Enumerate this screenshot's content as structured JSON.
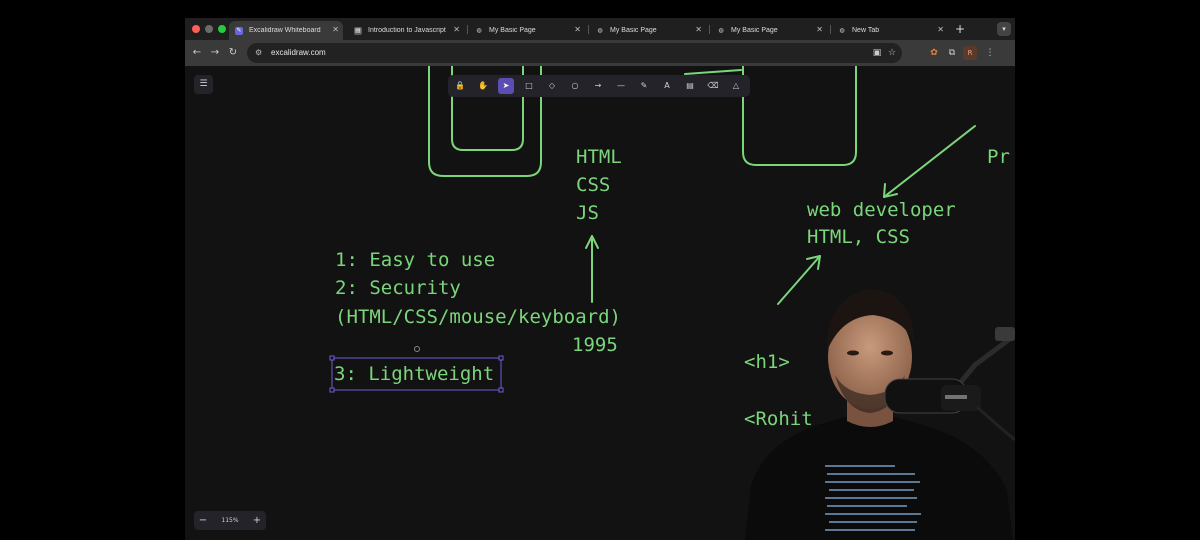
{
  "browser": {
    "tabs": [
      {
        "title": "Excalidraw Whiteboard",
        "active": true,
        "favicon": "excalidraw-icon"
      },
      {
        "title": "Introduction to Javascript",
        "active": false,
        "favicon": "doc-icon"
      },
      {
        "title": "My Basic Page",
        "active": false,
        "favicon": "globe-icon"
      },
      {
        "title": "My Basic Page",
        "active": false,
        "favicon": "globe-icon"
      },
      {
        "title": "My Basic Page",
        "active": false,
        "favicon": "globe-icon"
      },
      {
        "title": "New Tab",
        "active": false,
        "favicon": "globe-icon"
      }
    ],
    "url": "excalidraw.com"
  },
  "excalidraw": {
    "tools": [
      "lock-icon",
      "hand-icon",
      "selection-icon",
      "rectangle-icon",
      "diamond-icon",
      "ellipse-icon",
      "arrow-icon",
      "line-icon",
      "draw-icon",
      "text-icon",
      "image-icon",
      "eraser-icon",
      "more-tools-icon"
    ],
    "active_tool": "selection-icon",
    "zoom": "115%",
    "zoom_out": "−",
    "zoom_in": "+"
  },
  "canvas_text": {
    "html": "HTML",
    "css": "CSS",
    "js": "JS",
    "point1": "1: Easy to use",
    "point2": "2: Security",
    "point2_detail": "(HTML/CSS/mouse/keyboard)",
    "year": "1995",
    "point3": "3: Lightweight",
    "web_developer": "web developer",
    "html_css": "HTML, CSS",
    "pr": "Pr",
    "h1_tag": "<h1>",
    "rohit_tag": "<Rohit"
  },
  "colors": {
    "ink": "#7bd67b",
    "canvas_bg": "#121212",
    "selection": "#6a5fd6"
  }
}
